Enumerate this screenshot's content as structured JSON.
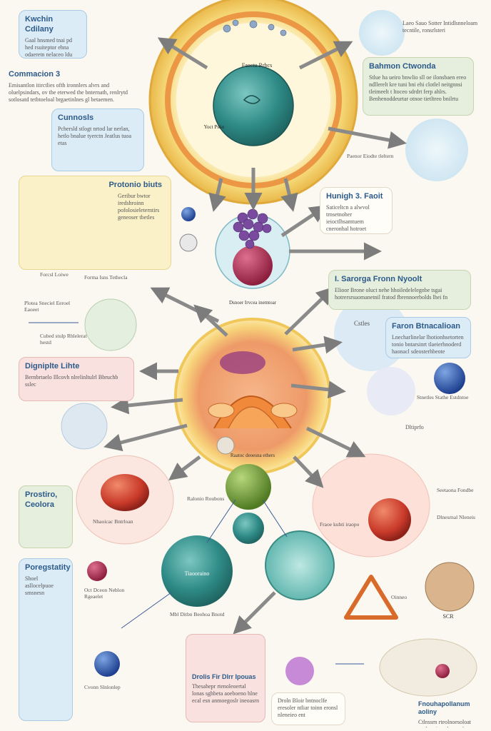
{
  "cards": {
    "top_left": {
      "title": "Kwchin Cdilany",
      "body": "Gaal hnsmed tnai pd hed rsuiteptor ehna odaeretn nelaceo ldu kupenet"
    },
    "mid_left": {
      "title": "Commacion 3",
      "body": "Emisantlon itirctlies ofth ironnlers alvrs and oluelpsindars, ov the eterwed the bnternath, renlrytd sotlosatd tetbtoeloal brgaetinlnes gl betaemen."
    },
    "cunnosls": {
      "title": "Cunnosls",
      "body": "Pchersld stlogt nrtod lar nerlan, hetlo bnalue tyerctn Jeatlus tuoa etas"
    },
    "protonio": {
      "title": "Protonio biuts",
      "body": "Geribur bwtor iredshroinn pofolosieleterntirs geneoser tbetles"
    },
    "top_right": {
      "title": "",
      "body": "Laeo Sauo Sotter Intidlsnneloam tecntile, ronsrlsteri"
    },
    "right_bahrom": {
      "title": "Bahmon Ctwonda",
      "body": "Stlue ha ueiro bnwlio sll oe ilonsbaen ereo ndllerelt kre tuni bni ehi clotlel neitgnnsi tleimeelt t ltoceo sdrdrt ferp ahlrs. Benhenoddeurtar otnoe tietltreo bnilrtu"
    },
    "right_sarorga": {
      "title": "I. Sarorga Fronn Nyoolt",
      "body": "Elioor Brone oluct nehe hhoiledelelegnbe tsgai hotrersrsuomanetnil fratod fbrennoerbolds lhei fn"
    },
    "right_faron": {
      "title": "Faron Btnacalioan",
      "body": "Lnecharlinelar lhotionhsetorten tonio bntarsinrt tlaeierhnoderd haonacl sdeosterhbeote"
    },
    "huniph": {
      "title": "Hunigh 3. Faoit",
      "body": "Saticeltcn a alwvol trnsetnoher ieioctlhsamtuem cneronhal hotroet"
    },
    "digniplte": {
      "title": "Digniplte Lihte",
      "body": "Bernbrtaelo Illcovh nlrelinltulrl Bbruchb sslec"
    },
    "proston": {
      "title": "Prostiro, Ceolora",
      "body": ""
    },
    "poregstatty": {
      "title": "Poregstatity",
      "body": "Shoel asllocelpuoe smsnesn"
    },
    "bottom_center": {
      "title": "Drolis Fir Dlrr Ipouas",
      "body": "Thesahepr rtenoleoertal lonas sghbeta aoeboeno hlne ecal esn anmoegoslr ineoasrn"
    },
    "bottom_center2": {
      "title": "",
      "body": "Droln Bloir bntnoclfe eresoler ntliar toinn eronsl nleneieo ent"
    },
    "bottom_right": {
      "title": "Fnouhapollanum aoliny",
      "body": "Ctlnssrn rteolnoesoloat nasloe tiona lnmasrbt hnoeilona"
    }
  },
  "labels": {
    "center_top": "Faoctu Rrbcs",
    "nucleus_label": "Yoct Pstio",
    "center_mid": "Dsnoer Irvcea inemtoar",
    "center_body": "Raatoc deoesna ethers",
    "left_frmea": "Forma Isns Tethecla",
    "red_left": "Plotea Sneciel Eeroel Eaoeet",
    "left_cubed": "Cubed stulp Rhlelerat hestd",
    "right_paenor": "Paenor Eiodte tleltern",
    "right_cstles": "Cstles",
    "right_sdtaes": "Stnetles Stathe Estdntoe",
    "right_dtiprto": "Dltiprfo",
    "right_oinno": "Oinneo",
    "right_scr": "SCR",
    "teal_label": "Tiaooraino",
    "fraoe": "Fraoe kuhti iraopo",
    "mit_label": "Ralonio Roubons",
    "bot_left_lab": "Oct Dceon Neblon Rgeaelet",
    "spikey_lab": "Cvonn Slnlonlep",
    "legend_small": "Forcsl Loiwe",
    "mid_small": "Mbl Ditbn Beohoa Bnotd",
    "lower_label": "Nhaoicac Bntrloan",
    "right_small1": "Seetaona Fondbe",
    "right_small2": "Dlnesrnal Nleneis"
  },
  "colors": {
    "nucleus": "#2e8a86",
    "cell_outer": "#f3c44d",
    "cell_inner": "#e68a3e",
    "arrow": "#8a8a8a",
    "heading": "#2c5a8a"
  }
}
